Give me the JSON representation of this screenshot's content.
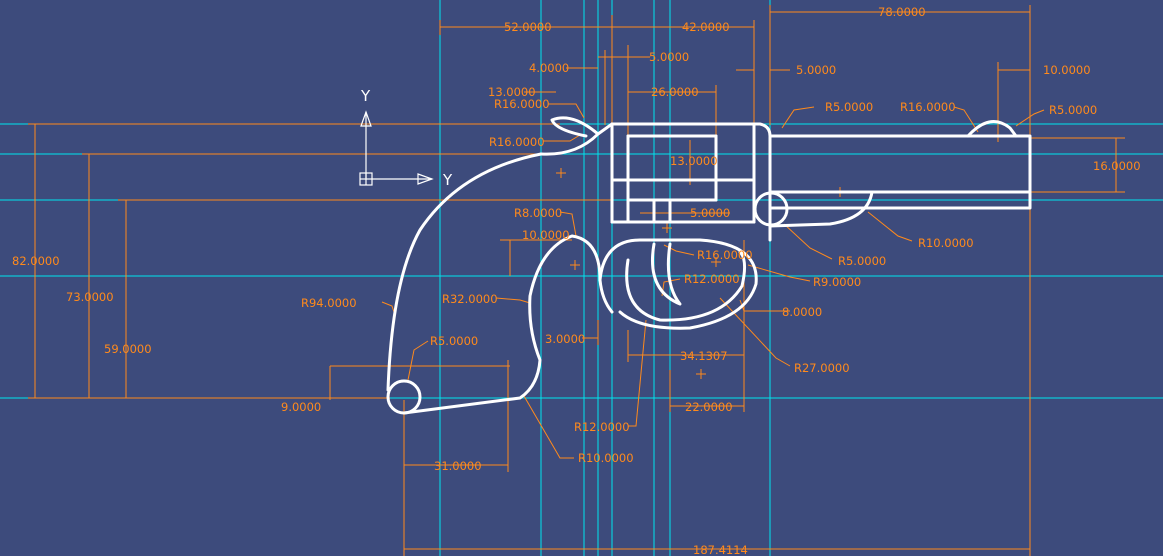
{
  "colors": {
    "background": "#3d4b7c",
    "construction": "#00e5ee",
    "dimension": "#ff8a1c",
    "geometry": "#ffffff"
  },
  "axes": {
    "x_label": "Y",
    "y_label": "Y"
  },
  "dimensions": {
    "d52": "52.0000",
    "d42": "42.0000",
    "d78": "78.0000",
    "d4": "4.0000",
    "d5_top": "5.0000",
    "d5_right": "5.0000",
    "d10_top": "10.0000",
    "d13_left": "13.0000",
    "d26": "26.0000",
    "r16_a": "R16.0000",
    "r16_b": "R16.0000",
    "r16_c": "R16.0000",
    "r5_a": "R5.0000",
    "r5_b": "R5.0000",
    "d13_mid": "13.0000",
    "d16": "16.0000",
    "r8": "R8.0000",
    "d5_mid": "5.0000",
    "d10_mid": "10.0000",
    "r16_trig": "R16.0000",
    "r12_a": "R12.0000",
    "r10_a": "R10.0000",
    "r5_c": "R5.0000",
    "r9": "R9.0000",
    "d82": "82.0000",
    "d73": "73.0000",
    "d59": "59.0000",
    "r94": "R94.0000",
    "r32": "R32.0000",
    "d8": "8.0000",
    "r5_d": "R5.0000",
    "d3": "3.0000",
    "d34": "34.1307",
    "r27": "R27.0000",
    "d9": "9.0000",
    "d22": "22.0000",
    "r12_b": "R12.0000",
    "r10_b": "R10.0000",
    "d31": "31.0000",
    "d187": "187.4114"
  }
}
